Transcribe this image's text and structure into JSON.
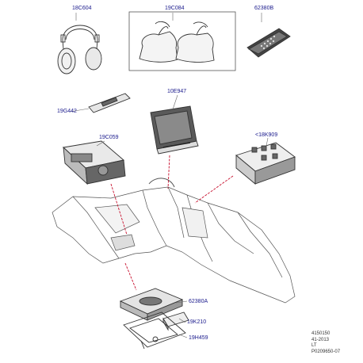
{
  "diagram": {
    "part_labels": {
      "headphones": "18C604",
      "pouches": "19C084",
      "remote": "62380B",
      "clip": "19G442",
      "screen": "10E947",
      "dvd_player": "19C059",
      "module": "<18K909",
      "charger": "62380A",
      "battery_cover": "19K210",
      "bracket": "19H459"
    },
    "reference": {
      "line1": "4150150",
      "line2": "41-2013",
      "line3": "LT",
      "line4": "P0209650-07"
    },
    "colors": {
      "label": "#1a1a8c",
      "drawing": "#333333",
      "leader": "#c8102e"
    }
  }
}
